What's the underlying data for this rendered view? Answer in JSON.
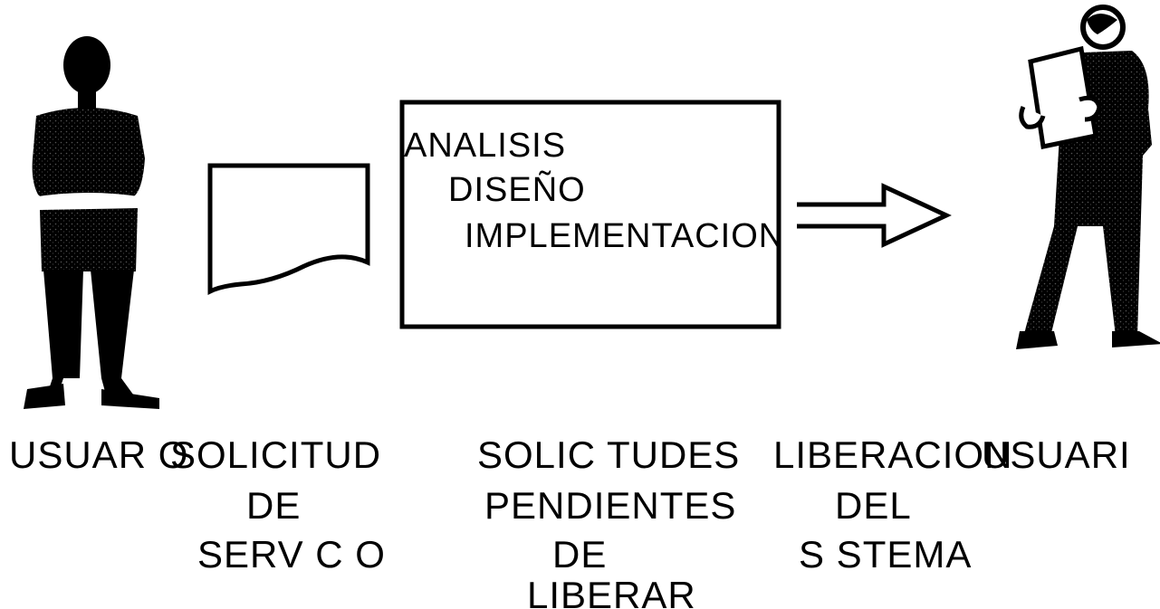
{
  "process": {
    "steps": [
      "ANALISIS",
      "DISEÑO",
      "IMPLEMENTACION"
    ]
  },
  "labels": {
    "user_left": "USUAR O",
    "request": [
      "SOLICITUD",
      "DE",
      "SERV C O"
    ],
    "pending": [
      "SOLIC TUDES",
      "PENDIENTES",
      "DE",
      "LIBERAR"
    ],
    "release": [
      "LIBERACION",
      "DEL",
      "S STEMA"
    ],
    "user_right": "USUARI"
  },
  "icons": {
    "left_figure": "person-silhouette-icon",
    "document": "document-icon",
    "arrow": "right-arrow-icon",
    "right_figure": "person-reading-icon"
  },
  "colors": {
    "ink": "#000000",
    "paper": "#ffffff",
    "figure_texture": "#2a2a2a"
  }
}
